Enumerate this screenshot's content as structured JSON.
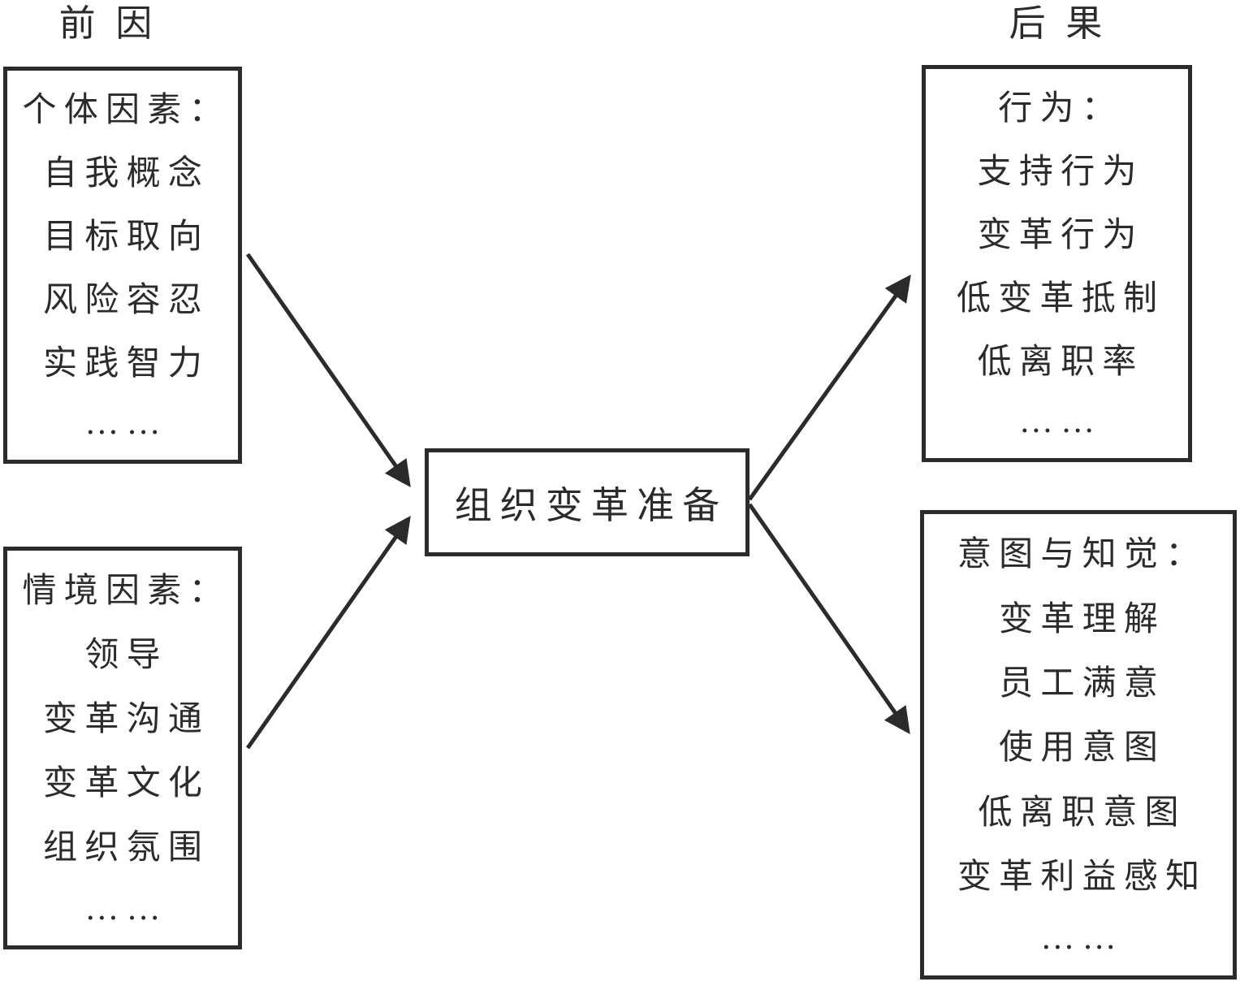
{
  "diagram": {
    "left_column_title": "前因",
    "right_column_title": "后果",
    "center_box": {
      "label": "组织变革准备"
    },
    "left_boxes": [
      {
        "title": "个体因素：",
        "items": [
          "自我概念",
          "目标取向",
          "风险容忍",
          "实践智力",
          "……"
        ]
      },
      {
        "title": "情境因素：",
        "items": [
          "领导",
          "变革沟通",
          "变革文化",
          "组织氛围",
          "……"
        ]
      }
    ],
    "right_boxes": [
      {
        "title": "行为：",
        "items": [
          "支持行为",
          "变革行为",
          "低变革抵制",
          "低离职率",
          "……"
        ]
      },
      {
        "title": "意图与知觉：",
        "items": [
          "变革理解",
          "员工满意",
          "使用意图",
          "低离职意图",
          "变革利益感知",
          "……"
        ]
      }
    ],
    "colors": {
      "line": "#2b2b2b",
      "text": "#2b2b2b",
      "background": "#ffffff"
    }
  }
}
